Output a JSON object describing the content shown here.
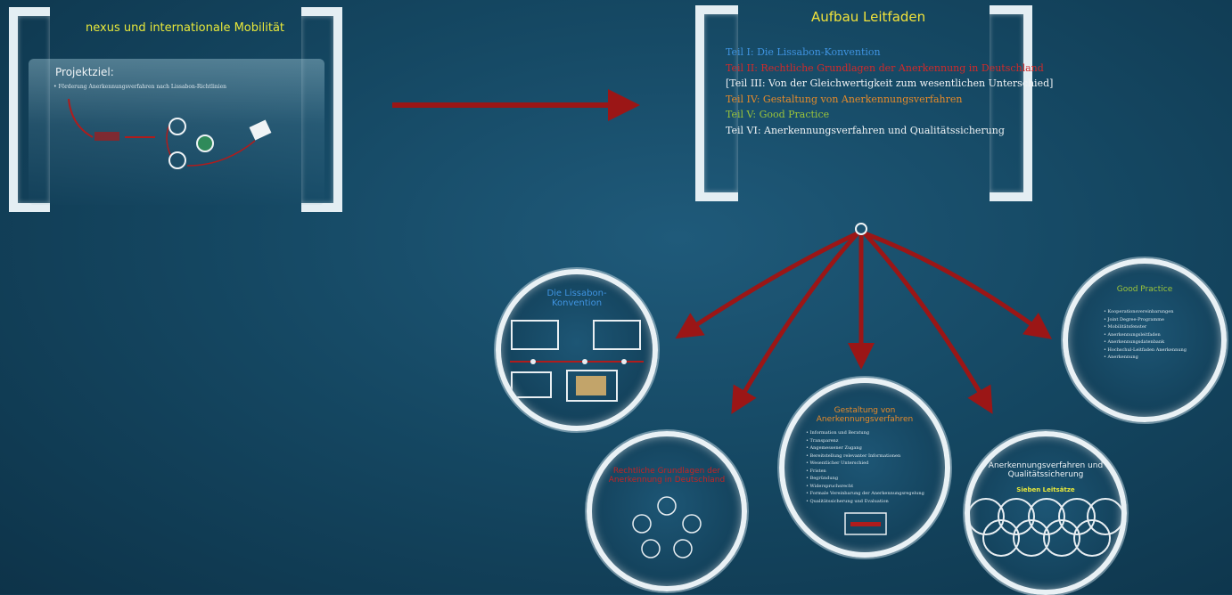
{
  "colors": {
    "accent_red": "#9b1616",
    "yellow": "#e8e83a",
    "frame": "#e4eef3"
  },
  "frame_projekt": {
    "title": "nexus und internationale Mobilität",
    "card_heading": "Projektziel:",
    "card_bullet": "• Förderung Anerkennungsverfahren nach Lissabon-Richtlinien"
  },
  "frame_leitfaden": {
    "title": "Aufbau Leitfaden",
    "items": [
      {
        "label": "Teil I: Die Lissabon-Konvention",
        "color": "#3f93e0"
      },
      {
        "label": "Teil II: Rechtliche Grundlagen der Anerkennung in Deutschland",
        "color": "#d22a2a"
      },
      {
        "label": "[Teil III: Von der Gleichwertigkeit zum wesentlichen Unterschied]",
        "color": "#f1f3f5"
      },
      {
        "label": "Teil IV: Gestaltung von Anerkennungsverfahren",
        "color": "#e58a2a"
      },
      {
        "label": "Teil V: Good Practice",
        "color": "#9cc43a"
      },
      {
        "label": "Teil VI: Anerkennungsverfahren und Qualitätssicherung",
        "color": "#eef2f4"
      }
    ]
  },
  "circle_lissabon": {
    "title": "Die Lissabon-Konvention"
  },
  "circle_rechtlich": {
    "title": "Rechtliche Grundlagen der Anerkennung in Deutschland"
  },
  "circle_gestaltung": {
    "title": "Gestaltung von Anerkennungsverfahren",
    "items": [
      "• Information und Beratung",
      "• Transparenz",
      "• Angemessener Zugang",
      "• Bereitstellung relevanter Informationen",
      "• Wesentlicher Unterschied",
      "• Fristen",
      "• Begründung",
      "• Widerspruchsrecht",
      "• Formale Vereinbarung der Anerkennungsregelung",
      "• Qualitätssicherung und Evaluation"
    ]
  },
  "circle_qualitaet": {
    "title": "Anerkennungsverfahren und Qualitätssicherung",
    "subtitle": "Sieben Leitsätze"
  },
  "circle_good_practice": {
    "title": "Good Practice",
    "items": [
      "• Kooperationsvereinbarungen",
      "• Joint Degree-Programme",
      "• Mobilitätsfenster",
      "• Anerkennungsleitfaden",
      "• Anerkennungsdatenbank",
      "• Hochschul-Leitfaden Anerkennung",
      "• Anerkennung"
    ]
  }
}
